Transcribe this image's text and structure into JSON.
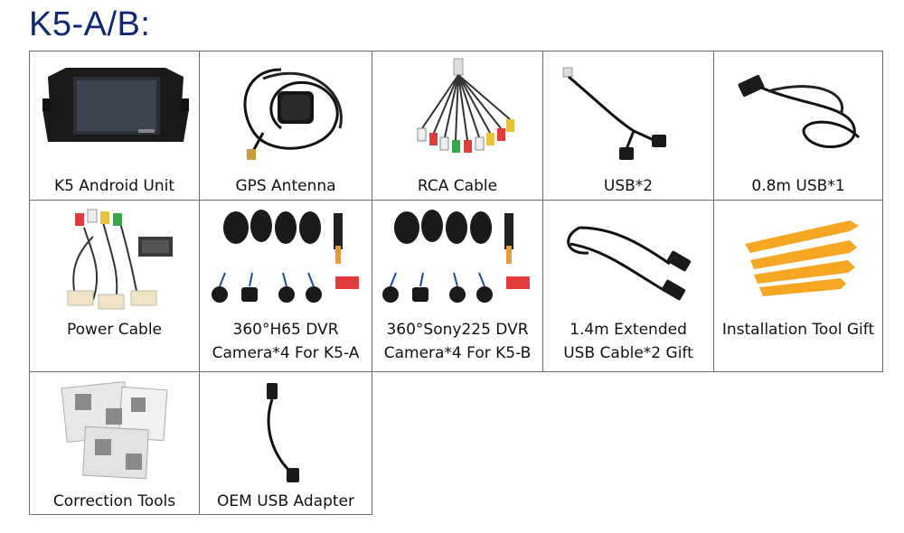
{
  "header": {
    "title": "K5-A/B:"
  },
  "items": [
    {
      "caption": [
        "K5 Android Unit"
      ]
    },
    {
      "caption": [
        "GPS Antenna"
      ]
    },
    {
      "caption": [
        "RCA Cable"
      ]
    },
    {
      "caption": [
        "USB*2"
      ]
    },
    {
      "caption": [
        "0.8m USB*1"
      ]
    },
    {
      "caption": [
        "Power Cable"
      ]
    },
    {
      "caption": [
        "360°H65 DVR",
        "Camera*4 For K5-A"
      ]
    },
    {
      "caption": [
        "360°Sony225 DVR",
        "Camera*4 For K5-B"
      ]
    },
    {
      "caption": [
        "1.4m Extended",
        "USB Cable*2 Gift"
      ]
    },
    {
      "caption": [
        "Installation Tool Gift"
      ]
    },
    {
      "caption": [
        "Correction Tools"
      ]
    },
    {
      "caption": [
        "OEM USB Adapter"
      ]
    }
  ],
  "colors": {
    "title": "#0f2a73",
    "border": "#6b6b6b",
    "tool": "#f5a623"
  }
}
